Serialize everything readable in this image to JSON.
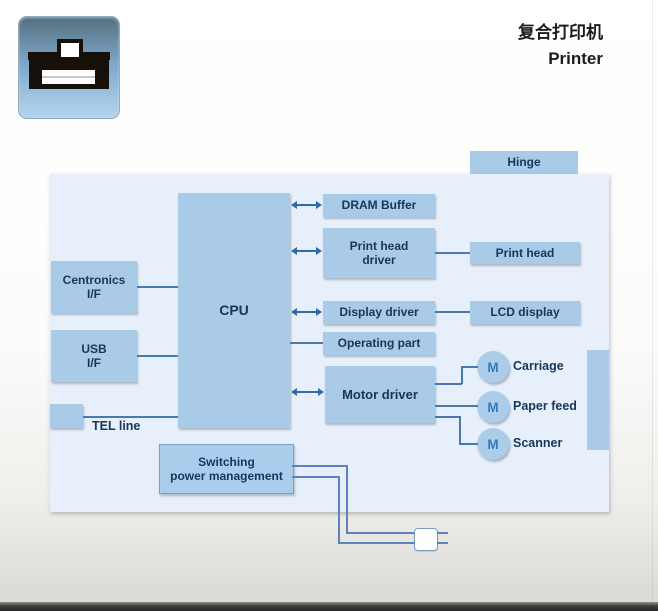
{
  "header": {
    "title_zh": "复合打印机",
    "title_en": "Printer",
    "icon": "printer-icon"
  },
  "diagram": {
    "hinge": "Hinge",
    "centronics_line1": "Centronics",
    "centronics_line2": "I/F",
    "usb_line1": "USB",
    "usb_line2": "I/F",
    "tel_label": "TEL line",
    "cpu": "CPU",
    "dram": "DRAM Buffer",
    "print_head_driver_line1": "Print head",
    "print_head_driver_line2": "driver",
    "display_driver": "Display driver",
    "operating_part": "Operating part",
    "motor_driver": "Motor driver",
    "print_head": "Print head",
    "lcd_display": "LCD display",
    "switching_line1": "Switching",
    "switching_line2": "power management",
    "motors": [
      {
        "symbol": "M",
        "label": "Carriage"
      },
      {
        "symbol": "M",
        "label": "Paper feed"
      },
      {
        "symbol": "M",
        "label": "Scanner"
      }
    ]
  },
  "colors": {
    "box_fill": "#a9cbe8",
    "panel_fill": "#e6effa",
    "line": "#4a79b0",
    "arrow": "#2e6ba7",
    "text": "#17365d",
    "motor_symbol": "#3779bd",
    "icon_gradient_top": "#54707f",
    "icon_gradient_bottom": "#b5d5ee"
  }
}
